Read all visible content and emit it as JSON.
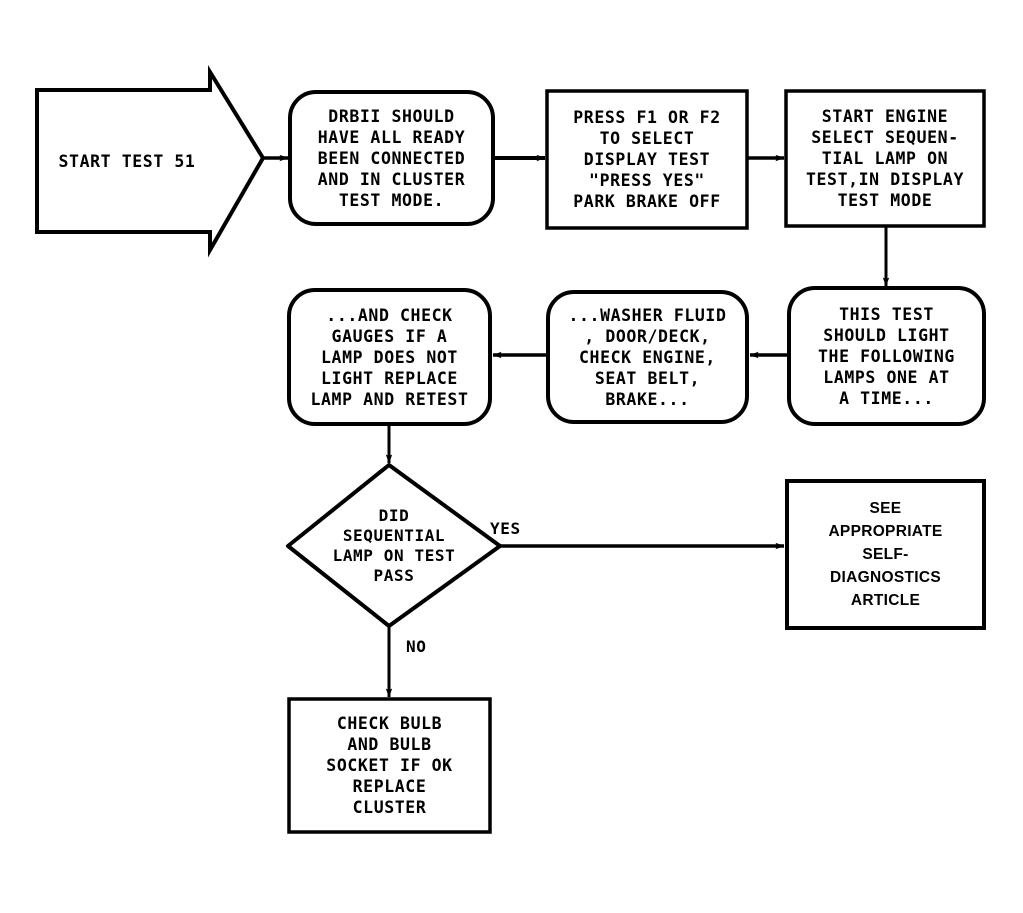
{
  "diagram": {
    "title": "START TEST 51",
    "type": "flowchart",
    "nodes": [
      {
        "id": "start",
        "shape": "arrow-pentagon",
        "name": "start-test-51",
        "text": "START TEST 51"
      },
      {
        "id": "drbii",
        "shape": "rounded-rectangle",
        "name": "drbii-connected",
        "text": "DRBII SHOULD\nHAVE ALL READY\nBEEN CONNECTED\nAND IN CLUSTER\nTEST MODE."
      },
      {
        "id": "press_f1_f2",
        "shape": "rectangle",
        "name": "press-f1-or-f2",
        "text": "PRESS F1 OR F2\nTO SELECT\nDISPLAY TEST\n\"PRESS YES\"\nPARK BRAKE OFF"
      },
      {
        "id": "start_engine",
        "shape": "rectangle",
        "name": "start-engine-select-sequential",
        "text": "START ENGINE\nSELECT SEQUEN-\nTIAL LAMP ON\nTEST,IN DISPLAY\nTEST MODE"
      },
      {
        "id": "this_test",
        "shape": "rounded-rectangle",
        "name": "this-test-should-light",
        "text": "THIS TEST\nSHOULD LIGHT\nTHE FOLLOWING\nLAMPS ONE AT\nA TIME..."
      },
      {
        "id": "washer_fluid",
        "shape": "rounded-rectangle",
        "name": "washer-fluid-lamp-list",
        "text": "...WASHER FLUID\n, DOOR/DECK,\nCHECK ENGINE,\nSEAT BELT,\nBRAKE..."
      },
      {
        "id": "check_gauges",
        "shape": "rounded-rectangle",
        "name": "and-check-gauges",
        "text": "...AND CHECK\nGAUGES IF A\nLAMP DOES NOT\nLIGHT REPLACE\nLAMP AND RETEST"
      },
      {
        "id": "decision",
        "shape": "diamond",
        "name": "did-sequential-lamp-on-test-pass",
        "text": "DID\nSEQUENTIAL\nLAMP ON TEST\nPASS"
      },
      {
        "id": "self_diag",
        "shape": "rectangle",
        "name": "see-appropriate-self-diagnostics-article",
        "text": "SEE\nAPPROPRIATE\nSELF-\nDIAGNOSTICS\nARTICLE"
      },
      {
        "id": "check_bulb",
        "shape": "rectangle",
        "name": "check-bulb-and-socket",
        "text": "CHECK BULB\nAND BULB\nSOCKET IF OK\nREPLACE\nCLUSTER"
      }
    ],
    "edges": [
      {
        "id": "e1",
        "name": "edge-start-to-drbii",
        "from": "start",
        "to": "drbii",
        "label": ""
      },
      {
        "id": "e2",
        "name": "edge-drbii-to-press",
        "from": "drbii",
        "to": "press_f1_f2",
        "label": ""
      },
      {
        "id": "e3",
        "name": "edge-press-to-start-engine",
        "from": "press_f1_f2",
        "to": "start_engine",
        "label": ""
      },
      {
        "id": "e4",
        "name": "edge-start-engine-to-this-test",
        "from": "start_engine",
        "to": "this_test",
        "label": ""
      },
      {
        "id": "e5",
        "name": "edge-this-test-to-washer",
        "from": "this_test",
        "to": "washer_fluid",
        "label": ""
      },
      {
        "id": "e6",
        "name": "edge-washer-to-gauges",
        "from": "washer_fluid",
        "to": "check_gauges",
        "label": ""
      },
      {
        "id": "e7",
        "name": "edge-gauges-to-decision",
        "from": "check_gauges",
        "to": "decision",
        "label": ""
      },
      {
        "id": "e8",
        "name": "edge-decision-yes",
        "from": "decision",
        "to": "self_diag",
        "label": "YES"
      },
      {
        "id": "e9",
        "name": "edge-decision-no",
        "from": "decision",
        "to": "check_bulb",
        "label": "NO"
      }
    ],
    "labels": {
      "yes": "YES",
      "no": "NO"
    },
    "colors": {
      "stroke": "#000000",
      "fill": "#ffffff",
      "text": "#000000"
    }
  }
}
